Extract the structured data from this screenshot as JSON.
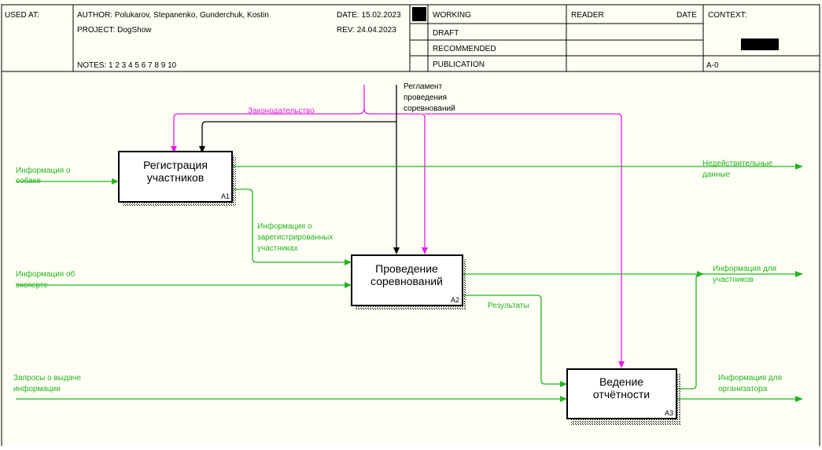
{
  "header": {
    "used_at": "USED AT:",
    "author": "AUTHOR:  Polukarov, Stepanenko, Gunderchuk, Kostin",
    "project": "PROJECT:  DogShow",
    "notes": "NOTES:  1  2  3  4  5  6  7  8  9  10",
    "date": "DATE:  15.02.2023",
    "rev": "REV:    24.04.2023",
    "status_working": "WORKING",
    "status_draft": "DRAFT",
    "status_recommended": "RECOMMENDED",
    "status_publication": "PUBLICATION",
    "reader": "READER",
    "reader_date": "DATE",
    "context": "CONTEXT:",
    "node": "A-0"
  },
  "boxes": [
    {
      "title": [
        "Регистрация",
        "участников"
      ],
      "num": "A1"
    },
    {
      "title": [
        "Проведение",
        "соревнований"
      ],
      "num": "A2"
    },
    {
      "title": [
        "Ведение",
        "отчётности"
      ],
      "num": "A3"
    }
  ],
  "labels": {
    "law": "Законодательство",
    "reglament": [
      "Регламент",
      "проведения",
      "соревнований"
    ],
    "info_dog": [
      "Информация о",
      "собаке"
    ],
    "info_expert": [
      "Информация об",
      "эксперте"
    ],
    "requests": [
      "Запросы о выдаче",
      "информации"
    ],
    "invalid": [
      "Недействительные",
      "данные"
    ],
    "registered": [
      "Информация о",
      "зарегистрированных",
      "участниках"
    ],
    "results": "Результаты",
    "info_participants": [
      "Информация для",
      "участников"
    ],
    "info_organizer": [
      "Информация для",
      "организатора"
    ]
  },
  "colors": {
    "green": "#22b422",
    "magenta": "#e61ee6",
    "black": "#000000",
    "background": "#fffef4"
  }
}
